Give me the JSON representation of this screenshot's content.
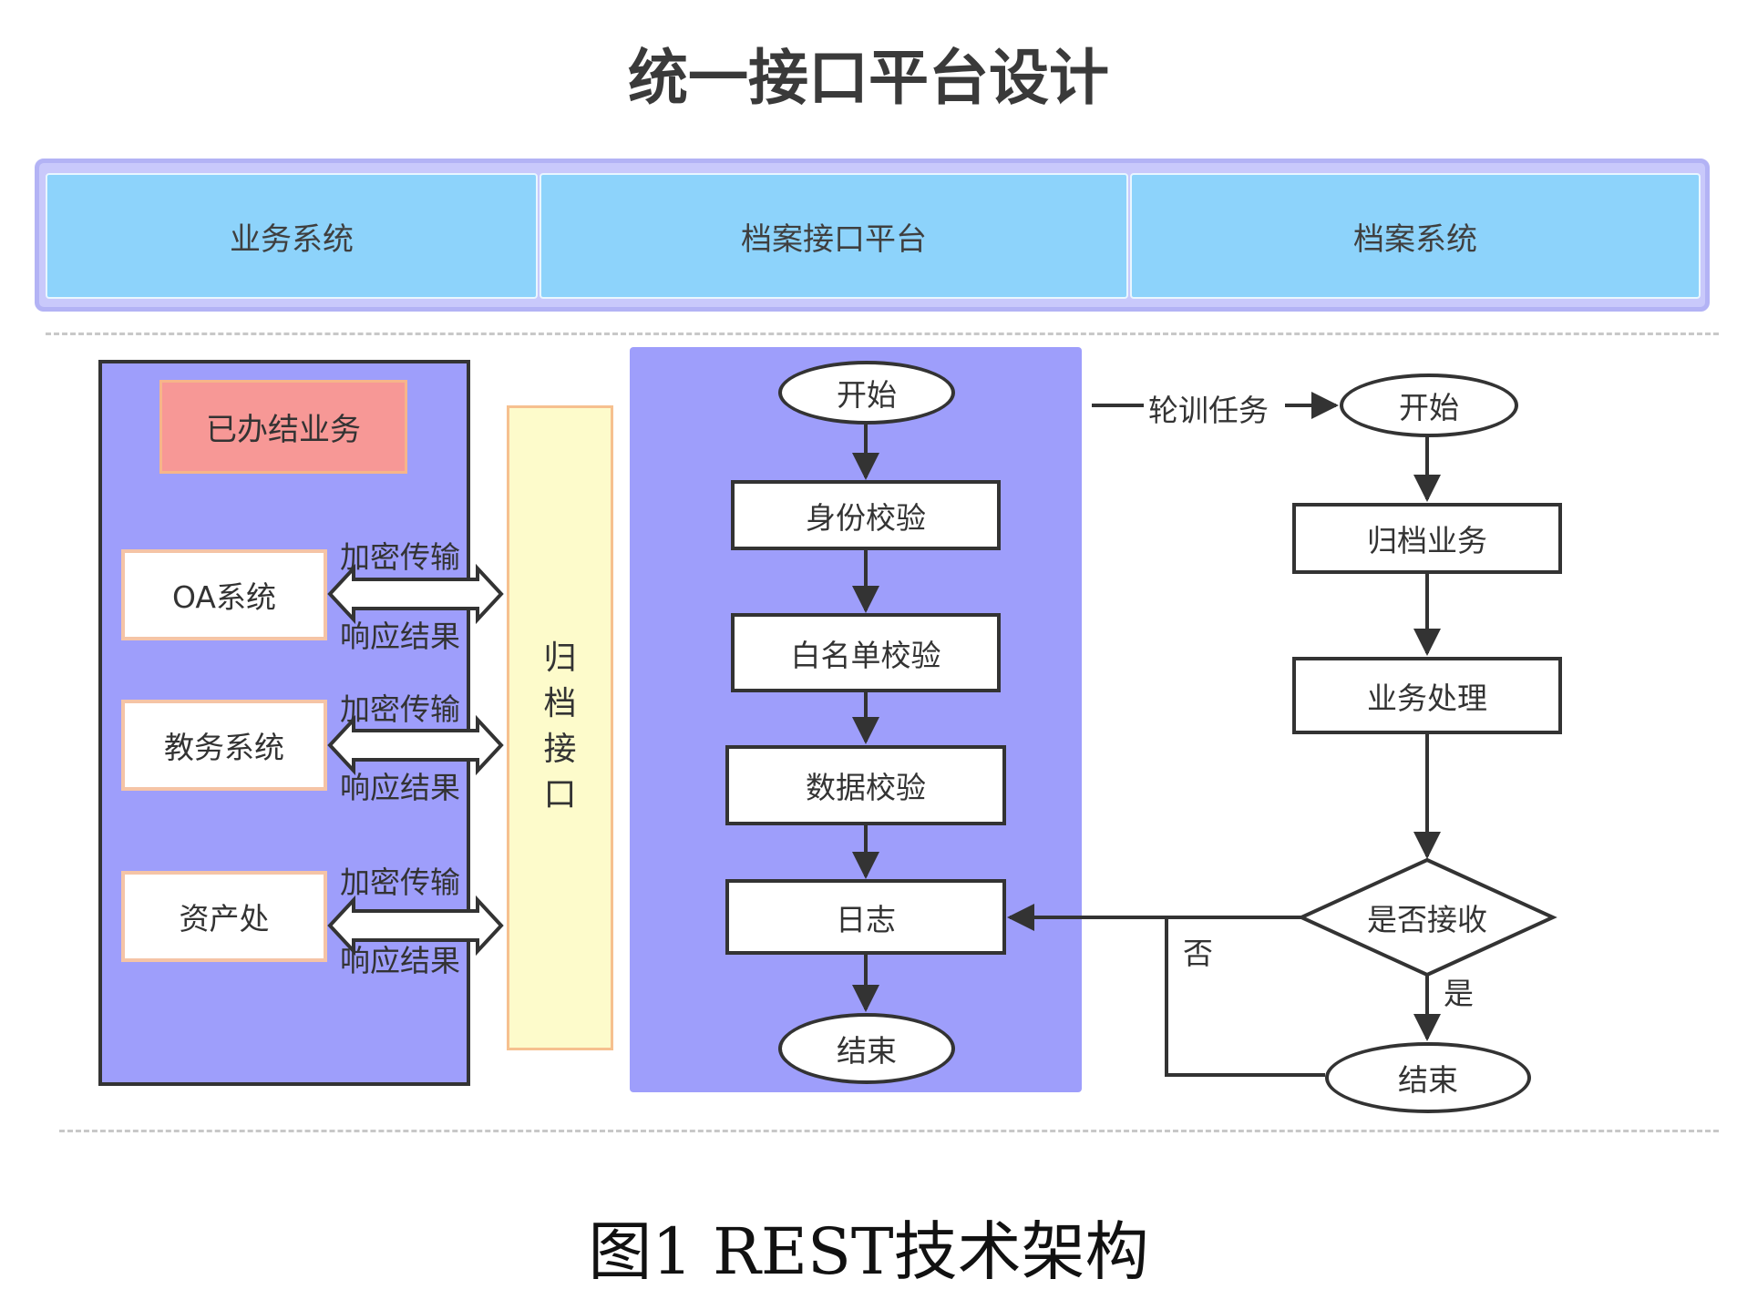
{
  "title": "统一接口平台设计",
  "lanes": [
    "业务系统",
    "档案接口平台",
    "档案系统"
  ],
  "left_panel": {
    "header": "已办结业务",
    "systems": [
      "OA系统",
      "教务系统",
      "资产处"
    ],
    "send_label": "加密传输",
    "reply_label": "响应结果"
  },
  "archive_interface": [
    "归",
    "档",
    "接",
    "口"
  ],
  "platform_flow": [
    "开始",
    "身份校验",
    "白名单校验",
    "数据校验",
    "日志",
    "结束"
  ],
  "archive_flow": {
    "trigger": "轮训任务",
    "start": "开始",
    "step1": "归档业务",
    "step2": "业务处理",
    "decision": "是否接收",
    "yes": "是",
    "no": "否",
    "end": "结束"
  },
  "caption": "图1 REST技术架构"
}
